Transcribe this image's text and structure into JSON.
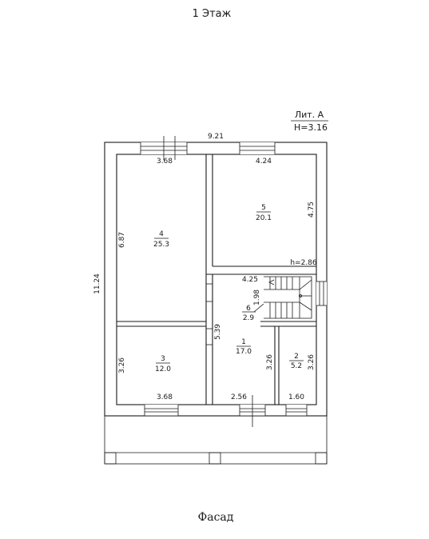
{
  "title": "1  Этаж",
  "litera": {
    "name": "Лит. А",
    "height": "H=3.16"
  },
  "facade_label": "Фасад",
  "dimensions": {
    "total_width": "9.21",
    "total_length": "11.24",
    "room4_top": "3.68",
    "room4_side": "6.87",
    "room5_top": "4.24",
    "room5_side": "4.75",
    "ceiling_h": "h=2.86",
    "hall_top": "4.25",
    "stair_side": "1.98",
    "room1_side": "5.39",
    "room3_side": "3.26",
    "room3_bottom": "3.68",
    "room1_bottom": "2.56",
    "room2_side_left": "3.26",
    "room2_side_right": "3.26",
    "room2_bottom": "1.60"
  },
  "rooms": [
    {
      "number": "4",
      "area": "25.3"
    },
    {
      "number": "5",
      "area": "20.1"
    },
    {
      "number": "6",
      "area": "2.9"
    },
    {
      "number": "1",
      "area": "17.0"
    },
    {
      "number": "3",
      "area": "12.0"
    },
    {
      "number": "2",
      "area": "5.2"
    }
  ]
}
